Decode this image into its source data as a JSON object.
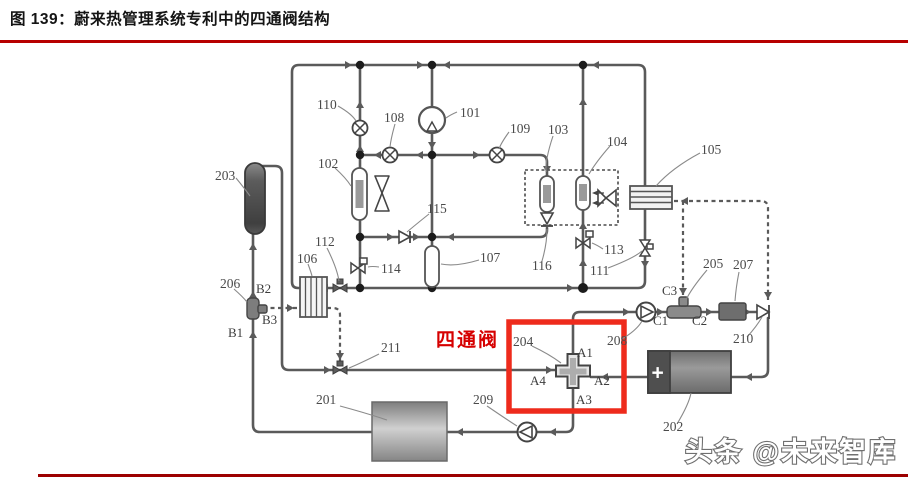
{
  "page": {
    "title": "图 139：蔚来热管理系统专利中的四通阀结构",
    "watermark": "头条 @未来智库"
  },
  "colors": {
    "title_rule_red": "#b70000",
    "highlight_box_red": "#ee2b1c",
    "highlight_text_red": "#d60000",
    "pipe_gray": "#5a5a5a"
  },
  "diagram": {
    "highlight_label": "四通阀",
    "battery_plus": "+",
    "labels": {
      "n101": "101",
      "n102": "102",
      "n103": "103",
      "n104": "104",
      "n105": "105",
      "n106": "106",
      "n107": "107",
      "n108": "108",
      "n109": "109",
      "n110": "110",
      "n111": "111",
      "n112": "112",
      "n113": "113",
      "n114": "114",
      "n115": "115",
      "n116": "116",
      "n201": "201",
      "n202": "202",
      "n203": "203",
      "n204": "204",
      "n205": "205",
      "n206": "206",
      "n207": "207",
      "n208": "208",
      "n209": "209",
      "n210": "210",
      "n211": "211",
      "a1": "A1",
      "a2": "A2",
      "a3": "A3",
      "a4": "A4",
      "b1": "B1",
      "b2": "B2",
      "b3": "B3",
      "c1": "C1",
      "c2": "C2",
      "c3": "C3"
    }
  }
}
